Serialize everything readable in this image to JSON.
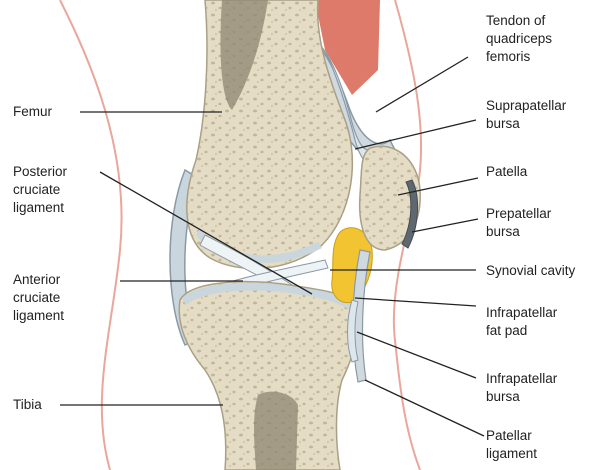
{
  "labels": {
    "femur": "Femur",
    "posterior_cruciate": "Posterior\ncruciate\nligament",
    "anterior_cruciate": "Anterior\ncruciate\nligament",
    "tibia": "Tibia",
    "quadriceps_tendon": "Tendon of\nquadriceps\nfemoris",
    "suprapatellar_bursa": "Suprapatellar\nbursa",
    "patella": "Patella",
    "prepatellar_bursa": "Prepatellar\nbursa",
    "synovial_cavity": "Synovial cavity",
    "infrapatellar_fat_pad": "Infrapatellar\nfat pad",
    "infrapatellar_bursa": "Infrapatellar\nbursa",
    "patellar_ligament": "Patellar\nligament"
  },
  "colors": {
    "bone": "#e4dcc4",
    "bone_pores": "#b9ad8e",
    "marrow": "#8f8672",
    "cartilage": "#c9d6de",
    "capsule": "#a9b8c2",
    "fat_pad": "#f2c431",
    "muscle": "#de7a6a",
    "skin_outline": "#e9a79b",
    "leader_line": "#222222"
  }
}
